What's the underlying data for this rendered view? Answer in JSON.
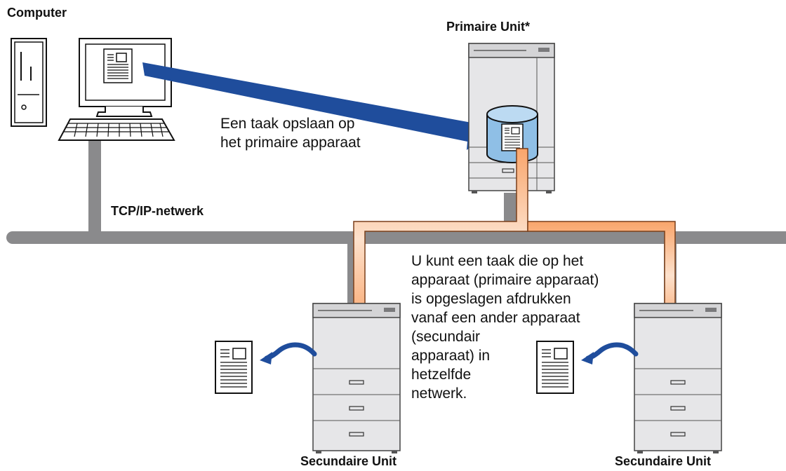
{
  "labels": {
    "computer": "Computer",
    "primary_unit": "Primaire Unit*",
    "network": "TCP/IP-netwerk",
    "secondary_left": "Secundaire Unit",
    "secondary_right": "Secundaire Unit",
    "store_job": "Een taak opslaan op\nhet primaire apparaat",
    "description": "U kunt een taak die op het\napparaat (primaire apparaat)\nis opgeslagen afdrukken\nvanaf een ander apparaat\n(secundair\napparaat) in\nhetzelfde\nnetwerk."
  },
  "colors": {
    "network_line": "#8a8a8c",
    "job_arrow": "#1f4d9c",
    "print_arrow_fill": "#f9a56b",
    "print_arrow_light": "#fde1cc",
    "print_arrow_stroke": "#7a3f1a",
    "storage_drum": "#8fbfe6",
    "device_body": "#e6e6e8",
    "device_dark": "#7a7a7c",
    "return_arrow": "#1f4d9c"
  }
}
